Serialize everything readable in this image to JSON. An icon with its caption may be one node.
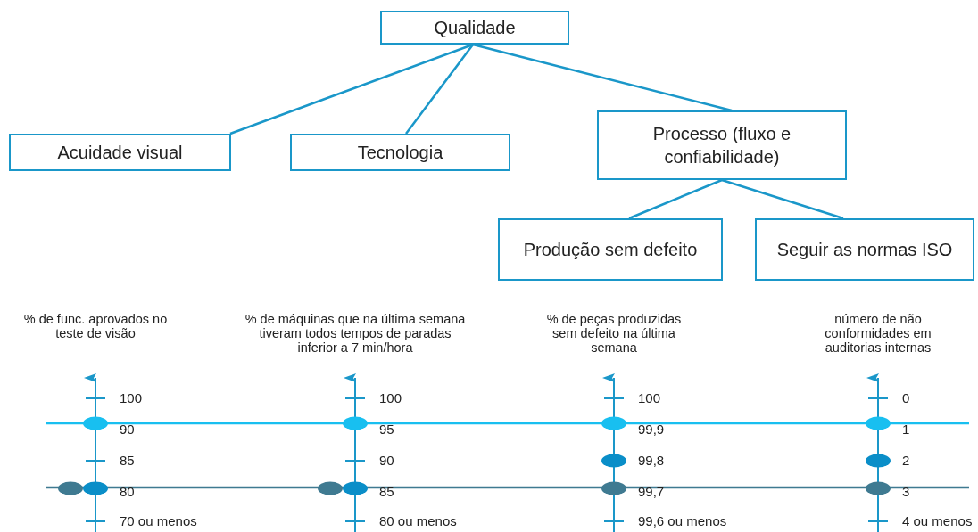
{
  "diagram": {
    "nodes": [
      {
        "text": [
          "Qualidade"
        ]
      },
      {
        "text": [
          "Acuidade visual"
        ]
      },
      {
        "text": [
          "Tecnologia"
        ]
      },
      {
        "text": [
          "Processo (fluxo e confiabilidade)"
        ]
      },
      {
        "text": [
          "Produção sem defeito"
        ]
      },
      {
        "text": [
          "Seguir as normas ISO"
        ]
      }
    ],
    "edges": [
      {
        "from": 0,
        "to": 1,
        "arrow": "none"
      },
      {
        "from": 0,
        "to": 2,
        "arrow": "none"
      },
      {
        "from": 0,
        "to": 3,
        "arrow": "none"
      },
      {
        "from": 3,
        "to": 4,
        "arrow": "none"
      },
      {
        "from": 3,
        "to": 5,
        "arrow": "none"
      }
    ],
    "labels": [
      "% de func. aprovados no teste de visão",
      "% de máquinas que na última semana tiveram todos tempos de paradas inferior a 7 min/hora",
      "% de peças produzidas sem defeito na última semana",
      "número de não conformidades em auditorias internas",
      "100",
      "100",
      "100",
      "0",
      "90",
      "95",
      "99,9",
      "1",
      "85",
      "90",
      "99,8",
      "2",
      "80",
      "85",
      "99,7",
      "3",
      "70 ou menos",
      "80 ou menos",
      "99,6 ou menos",
      "4 ou menos"
    ]
  }
}
